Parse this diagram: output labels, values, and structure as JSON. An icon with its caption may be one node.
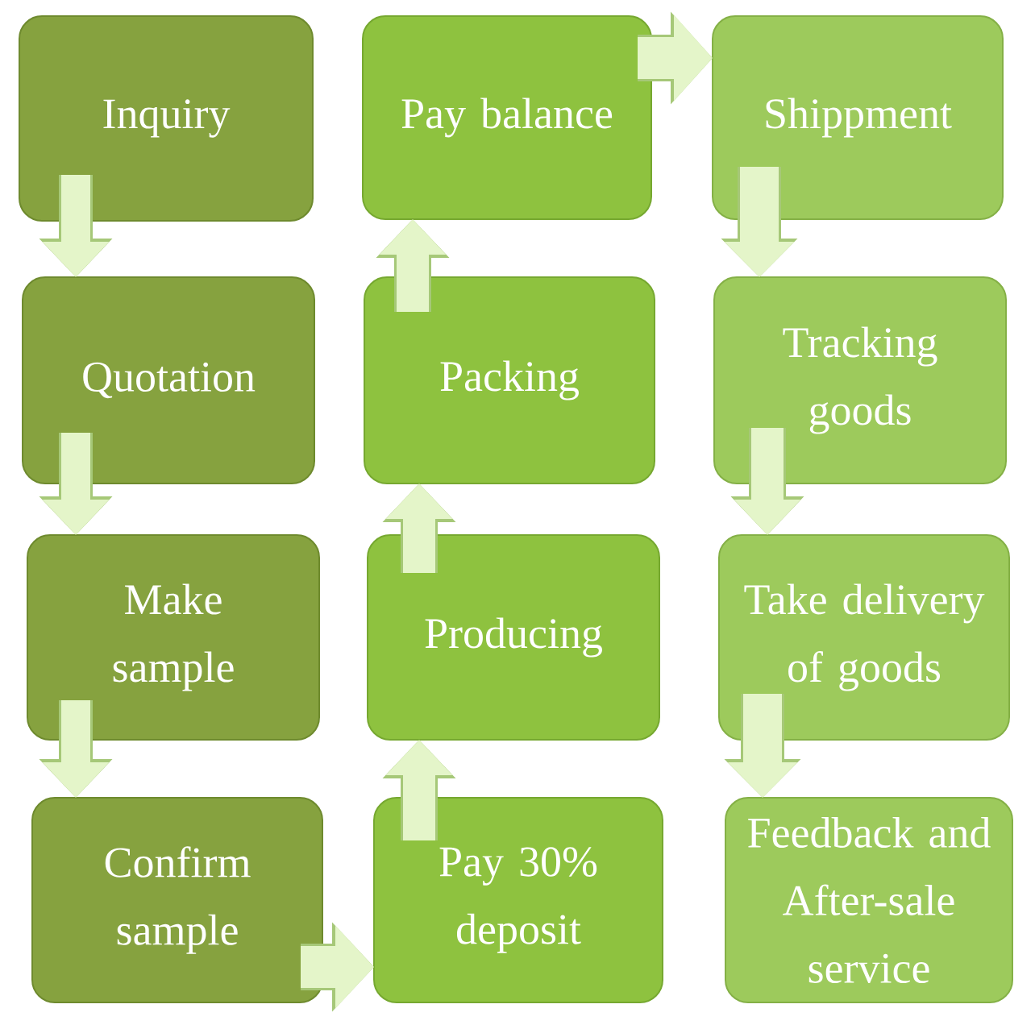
{
  "diagram": {
    "nodes": [
      {
        "text": [
          "Inquiry"
        ]
      },
      {
        "text": [
          "Quotation"
        ]
      },
      {
        "text": [
          "Make sample"
        ]
      },
      {
        "text": [
          "Confirm sample"
        ]
      },
      {
        "text": [
          "Pay 30% deposit"
        ]
      },
      {
        "text": [
          "Producing"
        ]
      },
      {
        "text": [
          "Packing"
        ]
      },
      {
        "text": [
          "Pay balance"
        ]
      },
      {
        "text": [
          "Shippment"
        ]
      },
      {
        "text": [
          "Tracking goods"
        ]
      },
      {
        "text": [
          "Take delivery of goods"
        ]
      },
      {
        "text": [
          "Feedback and After-sale service"
        ]
      }
    ],
    "edges": [
      {
        "from": 0,
        "to": 1,
        "arrow": "to"
      },
      {
        "from": 1,
        "to": 2,
        "arrow": "to"
      },
      {
        "from": 2,
        "to": 3,
        "arrow": "to"
      },
      {
        "from": 3,
        "to": 4,
        "arrow": "to"
      },
      {
        "from": 4,
        "to": 5,
        "arrow": "to"
      },
      {
        "from": 5,
        "to": 6,
        "arrow": "to"
      },
      {
        "from": 6,
        "to": 7,
        "arrow": "to"
      },
      {
        "from": 7,
        "to": 8,
        "arrow": "to"
      },
      {
        "from": 8,
        "to": 9,
        "arrow": "to"
      },
      {
        "from": 9,
        "to": 10,
        "arrow": "to"
      },
      {
        "from": 10,
        "to": 11,
        "arrow": "to"
      }
    ]
  }
}
